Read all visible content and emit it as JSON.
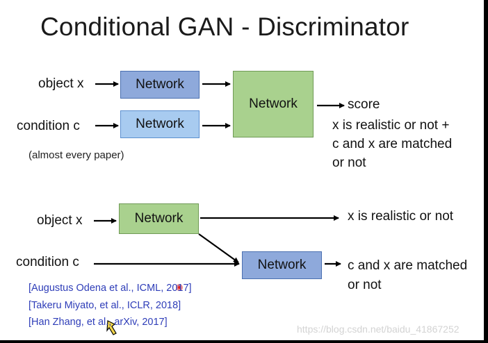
{
  "title": "Conditional GAN - Discriminator",
  "top": {
    "object_label": "object x",
    "condition_label": "condition c",
    "net1": "Network",
    "net2": "Network",
    "net3": "Network",
    "score": "score",
    "desc_line1": "x is realistic or not +",
    "desc_line2": "c and x are matched",
    "desc_line3": "or not",
    "note": "(almost every paper)"
  },
  "bottom": {
    "object_label": "object x",
    "condition_label": "condition c",
    "net1": "Network",
    "net2": "Network",
    "out1": "x is realistic or not",
    "out2_line1": "c and x are matched",
    "out2_line2": "or not"
  },
  "references": [
    "[Augustus Odena et al., ICML, 2017]",
    "[Takeru Miyato, et al., ICLR, 2018]",
    "[Han Zhang, et al., arXiv, 2017]"
  ],
  "watermark": "https://blog.csdn.net/baidu_41867252",
  "colors": {
    "network_blue_dark": "#8ea9db",
    "network_blue_light": "#a8cbf0",
    "network_green": "#a9d18e",
    "reference_text": "#2e3db8"
  }
}
